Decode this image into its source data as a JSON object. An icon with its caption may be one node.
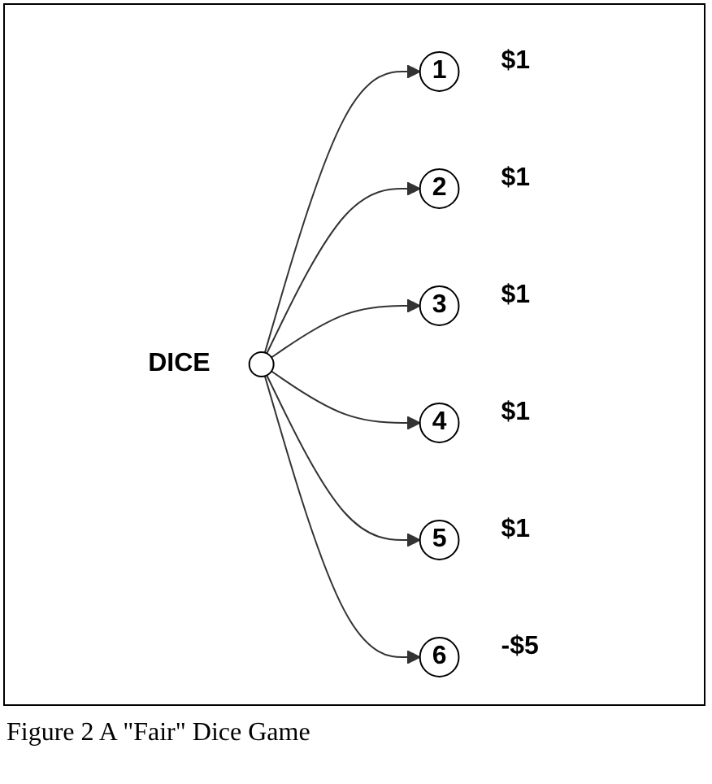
{
  "diagram": {
    "caption": "Figure 2 A \"Fair\" Dice Game",
    "nodes": [
      {
        "text": [],
        "shape": "circle",
        "beside": [
          "DICE"
        ]
      },
      {
        "text": [
          "1"
        ],
        "beside": [
          "$1"
        ]
      },
      {
        "text": [
          "2"
        ],
        "beside": [
          "$1"
        ]
      },
      {
        "text": [
          "3"
        ],
        "beside": [
          "$1"
        ]
      },
      {
        "text": [
          "4"
        ],
        "beside": [
          "$1"
        ]
      },
      {
        "text": [
          "5"
        ],
        "beside": [
          "$1"
        ]
      },
      {
        "text": [
          "6"
        ],
        "beside": [
          "-$5"
        ]
      }
    ],
    "edges": [
      {
        "from": 0,
        "to": 1,
        "arrow": "to"
      },
      {
        "from": 0,
        "to": 2,
        "arrow": "to"
      },
      {
        "from": 0,
        "to": 3,
        "arrow": "to"
      },
      {
        "from": 0,
        "to": 4,
        "arrow": "to"
      },
      {
        "from": 0,
        "to": 5,
        "arrow": "to"
      },
      {
        "from": 0,
        "to": 6,
        "arrow": "to"
      }
    ]
  }
}
